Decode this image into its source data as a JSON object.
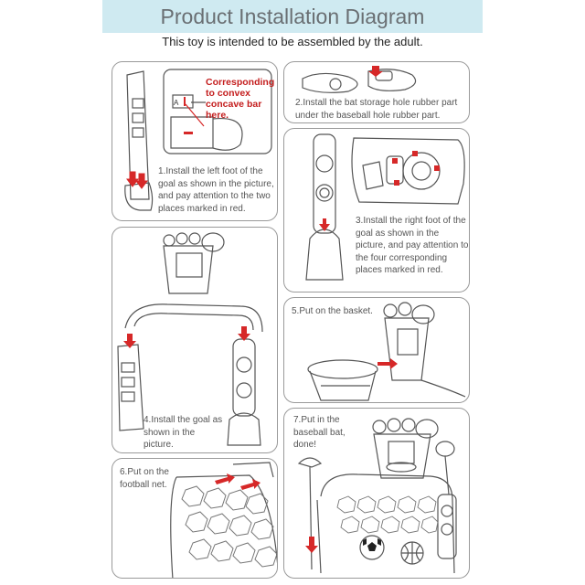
{
  "header": {
    "title": "Product Installation Diagram",
    "subtitle": "This toy is intended to be assembled by the adult."
  },
  "colors": {
    "accent_red": "#d62828",
    "band": "#cfeaf1",
    "line": "#555555"
  },
  "steps": [
    {
      "text": "1.Install the left foot of the goal as shown in the picture, and pay attention to the two places marked in red."
    },
    {
      "text": "2.Install the bat storage hole rubber part under the baseball hole rubber part."
    },
    {
      "text": "3.Install the right foot of the goal as shown in the picture, and pay attention to the four corresponding places marked in red."
    },
    {
      "text": "4.Install the goal as shown in the picture."
    },
    {
      "text": "5.Put on the basket."
    },
    {
      "text": "6.Put on the football net."
    },
    {
      "text": "7.Put in the baseball bat, done!"
    }
  ],
  "callout": {
    "text": "Corresponding to convex concave bar here.",
    "marker": "A"
  }
}
